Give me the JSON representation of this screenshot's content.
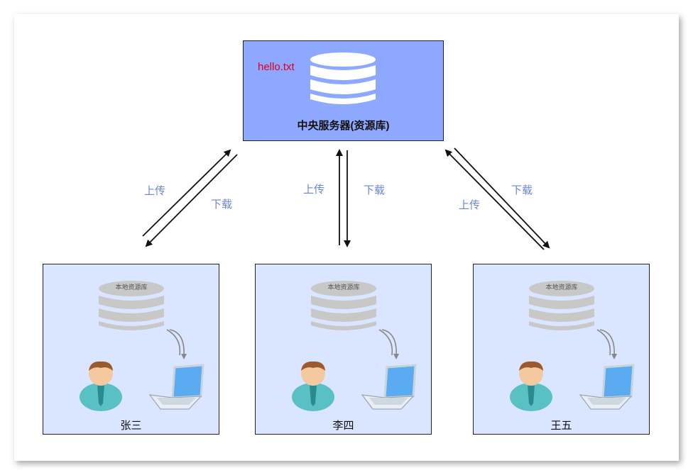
{
  "server": {
    "file": "hello.txt",
    "title": "中央服务器(资源库)"
  },
  "clients": [
    {
      "name": "张三",
      "local_repo": "本地资源库"
    },
    {
      "name": "李四",
      "local_repo": "本地资源库"
    },
    {
      "name": "王五",
      "local_repo": "本地资源库"
    }
  ],
  "labels": {
    "upload": "上传",
    "download": "下载"
  }
}
